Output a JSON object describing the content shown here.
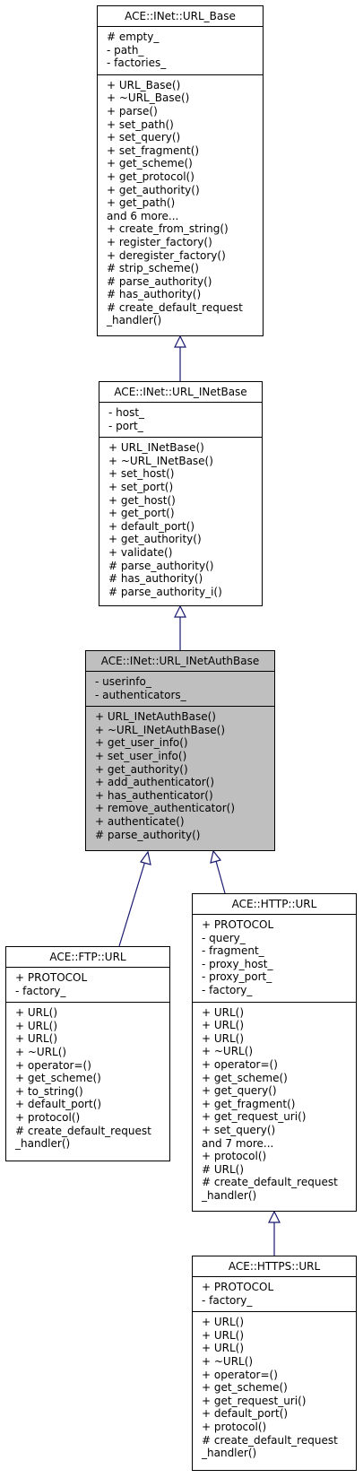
{
  "classes": {
    "url_base": {
      "name": "ACE::INet::URL_Base",
      "attributes": [
        "# empty_",
        "- path_",
        "- factories_"
      ],
      "methods": [
        "+ URL_Base()",
        "+ ~URL_Base()",
        "+ parse()",
        "+ set_path()",
        "+ set_query()",
        "+ set_fragment()",
        "+ get_scheme()",
        "+ get_protocol()",
        "+ get_authority()",
        "+ get_path()",
        "and 6 more...",
        "+ create_from_string()",
        "+ register_factory()",
        "+ deregister_factory()",
        "# strip_scheme()",
        "# parse_authority()",
        "# has_authority()",
        "# create_default_request",
        "_handler()"
      ]
    },
    "url_inetbase": {
      "name": "ACE::INet::URL_INetBase",
      "attributes": [
        "- host_",
        "- port_"
      ],
      "methods": [
        "+ URL_INetBase()",
        "+ ~URL_INetBase()",
        "+ set_host()",
        "+ set_port()",
        "+ get_host()",
        "+ get_port()",
        "+ default_port()",
        "+ get_authority()",
        "+ validate()",
        "# parse_authority()",
        "# has_authority()",
        "# parse_authority_i()"
      ]
    },
    "url_inetauthbase": {
      "name": "ACE::INet::URL_INetAuthBase",
      "attributes": [
        "- userinfo_",
        "- authenticators_"
      ],
      "methods": [
        "+ URL_INetAuthBase()",
        "+ ~URL_INetAuthBase()",
        "+ get_user_info()",
        "+ set_user_info()",
        "+ get_authority()",
        "+ add_authenticator()",
        "+ has_authenticator()",
        "+ remove_authenticator()",
        "+ authenticate()",
        "# parse_authority()"
      ]
    },
    "ftp_url": {
      "name": "ACE::FTP::URL",
      "attributes": [
        "+ PROTOCOL",
        "- factory_"
      ],
      "methods": [
        "+ URL()",
        "+ URL()",
        "+ URL()",
        "+ ~URL()",
        "+ operator=()",
        "+ get_scheme()",
        "+ to_string()",
        "+ default_port()",
        "+ protocol()",
        "# create_default_request",
        "_handler()"
      ]
    },
    "http_url": {
      "name": "ACE::HTTP::URL",
      "attributes": [
        "+ PROTOCOL",
        "- query_",
        "- fragment_",
        "- proxy_host_",
        "- proxy_port_",
        "- factory_"
      ],
      "methods": [
        "+ URL()",
        "+ URL()",
        "+ URL()",
        "+ ~URL()",
        "+ operator=()",
        "+ get_scheme()",
        "+ get_query()",
        "+ get_fragment()",
        "+ get_request_uri()",
        "+ set_query()",
        "and 7 more...",
        "+ protocol()",
        "# URL()",
        "# create_default_request",
        "_handler()"
      ]
    },
    "https_url": {
      "name": "ACE::HTTPS::URL",
      "attributes": [
        "+ PROTOCOL",
        "- factory_"
      ],
      "methods": [
        "+ URL()",
        "+ URL()",
        "+ URL()",
        "+ ~URL()",
        "+ operator=()",
        "+ get_scheme()",
        "+ get_request_uri()",
        "+ default_port()",
        "+ protocol()",
        "# create_default_request",
        "_handler()"
      ]
    }
  },
  "colors": {
    "highlight_fill": "#bfbfbf",
    "edge_color": "#191970",
    "border": "#000000"
  }
}
